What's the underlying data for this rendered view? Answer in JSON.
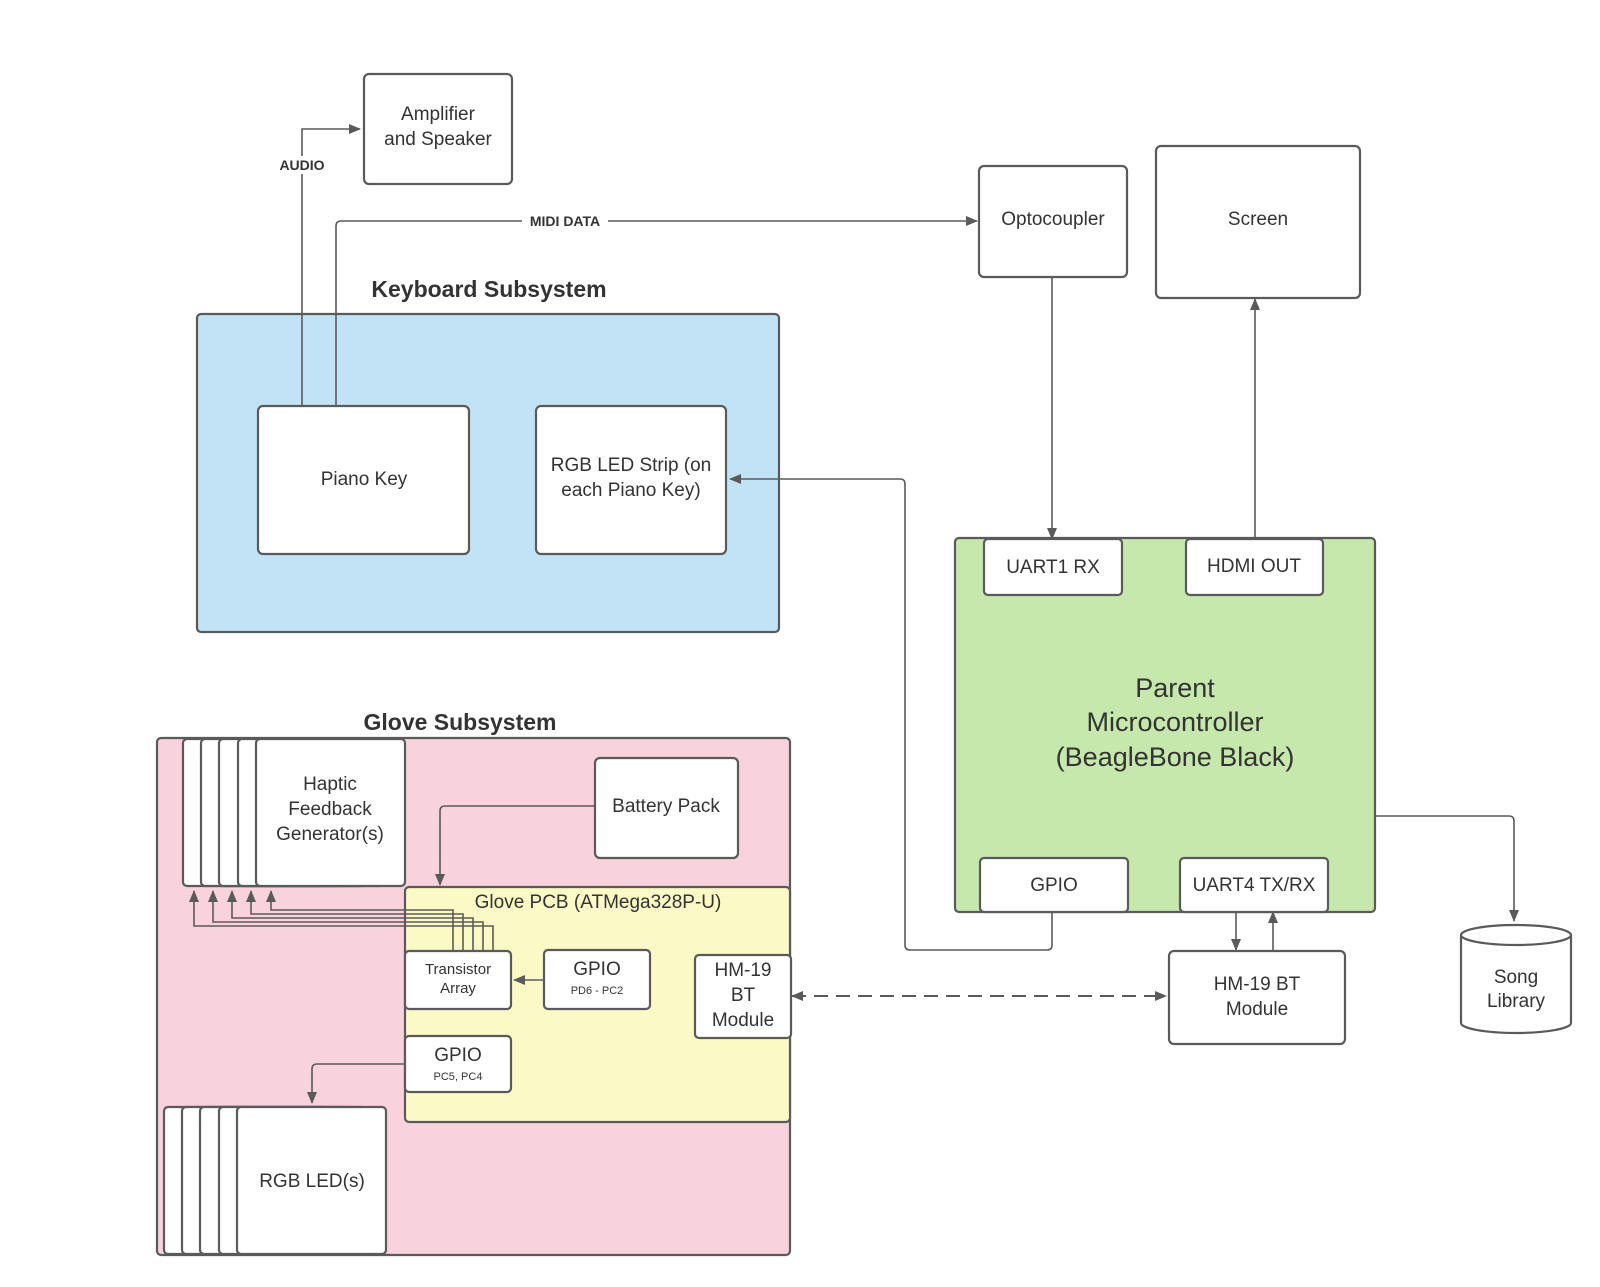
{
  "colors": {
    "keyboard_fill": "#c2e3f5",
    "glove_fill": "#f8d2dd",
    "pcb_fill": "#fbf9c6",
    "parent_fill": "#c6e8ad",
    "stroke": "#5a5a5a",
    "text": "#333333"
  },
  "titles": {
    "keyboard": "Keyboard Subsystem",
    "glove": "Glove Subsystem"
  },
  "wires": {
    "audio": "AUDIO",
    "midi": "MIDI DATA"
  },
  "blocks": {
    "amplifier": [
      "Amplifier",
      "and Speaker"
    ],
    "piano_key": "Piano Key",
    "rgb_strip": [
      "RGB LED Strip (on",
      "each Piano Key)"
    ],
    "optocoupler": "Optocoupler",
    "screen": "Screen",
    "uart1": "UART1 RX",
    "hdmi": "HDMI OUT",
    "parent": [
      "Parent",
      "Microcontroller",
      "(BeagleBone Black)"
    ],
    "parent_gpio": "GPIO",
    "uart4": "UART4 TX/RX",
    "bt_parent": [
      "HM-19 BT",
      "Module"
    ],
    "song_library": [
      "Song",
      "Library"
    ],
    "haptic": [
      "Haptic",
      "Feedback",
      "Generator(s)"
    ],
    "battery": "Battery Pack",
    "glove_pcb": "Glove PCB (ATMega328P-U)",
    "transistor": [
      "Transistor",
      "Array"
    ],
    "gpio_haptic": "GPIO",
    "gpio_haptic_pins": "PD6 - PC2",
    "bt_glove": [
      "HM-19",
      "BT",
      "Module"
    ],
    "gpio_led": "GPIO",
    "gpio_led_pins": "PC5, PC4",
    "rgb_leds": "RGB LED(s)"
  }
}
